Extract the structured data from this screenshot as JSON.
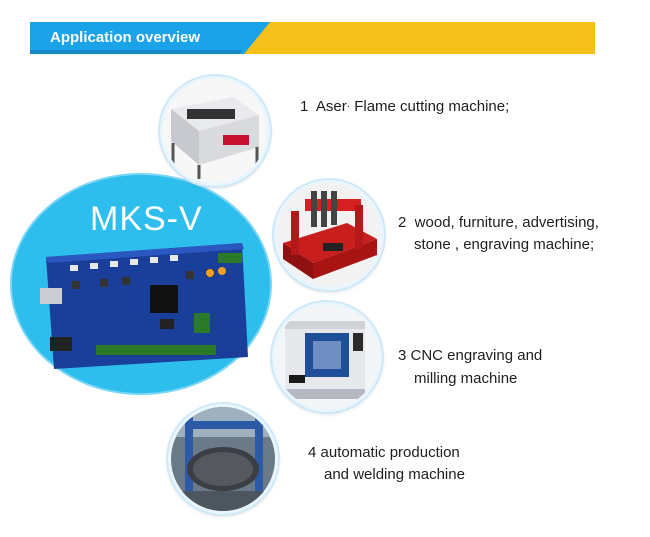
{
  "banner": {
    "title": "Application overview",
    "colors": {
      "blue": "#1aa3e8",
      "yellow": "#f5c019"
    }
  },
  "hub": {
    "title": "MKS-V",
    "color": "#2ebeee",
    "board_icon": "controller-board-icon"
  },
  "applications": [
    {
      "line1": "1  Aser",
      "line1b": "Flame cutting machine;",
      "line2": "",
      "icon": "laser-cutter-icon"
    },
    {
      "line1": "2  wood, furniture, advertising,",
      "line2": "stone , engraving machine;",
      "icon": "cnc-router-icon"
    },
    {
      "line1": "3 CNC engraving and",
      "line2": "milling machine",
      "icon": "cnc-mill-icon"
    },
    {
      "line1": "4 automatic production",
      "line2": "and welding machine",
      "icon": "welding-line-icon"
    }
  ]
}
